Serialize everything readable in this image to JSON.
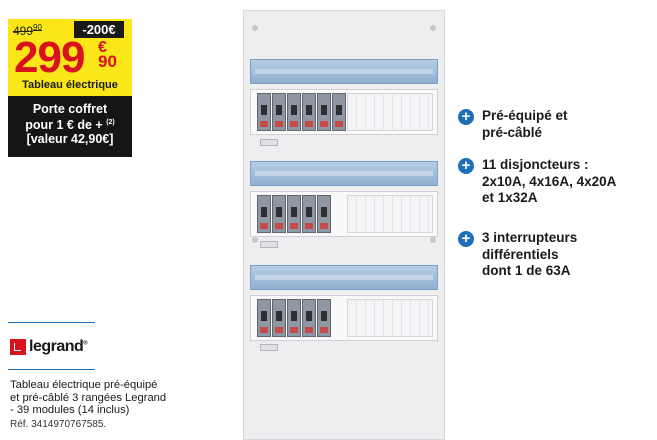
{
  "price": {
    "old_price_main": "499",
    "old_price_cents": "90",
    "discount": "-200€",
    "new_price_main": "299",
    "new_price_currency": "€",
    "new_price_cents": "90",
    "product_type": "Tableau électrique"
  },
  "offer": {
    "line1": "Porte coffret",
    "line2": "pour 1 € de +",
    "note": "(2)",
    "line3": "[valeur 42,90€]"
  },
  "brand": {
    "name": "legrand",
    "registered": "®"
  },
  "product": {
    "description_lines": [
      "Tableau électrique pré-équipé",
      "et pré-câblé 3 rangées Legrand",
      "- 39 modules (14 inclus)"
    ],
    "reference": "Réf. 3414970767585."
  },
  "features": [
    {
      "lines": [
        "Pré-équipé et",
        "pré-câblé"
      ]
    },
    {
      "lines": [
        "11 disjoncteurs :",
        "2x10A, 4x16A, 4x20A",
        "et 1x32A"
      ]
    },
    {
      "lines": [
        "3 interrupteurs",
        "différentiels",
        "dont 1 de 63A"
      ]
    }
  ],
  "colors": {
    "price_red": "#d9121f",
    "promo_yellow": "#fbe61a",
    "accent_blue": "#1f6fb8"
  },
  "icons": [
    "plus-circle-icon",
    "legrand-logo-icon"
  ]
}
